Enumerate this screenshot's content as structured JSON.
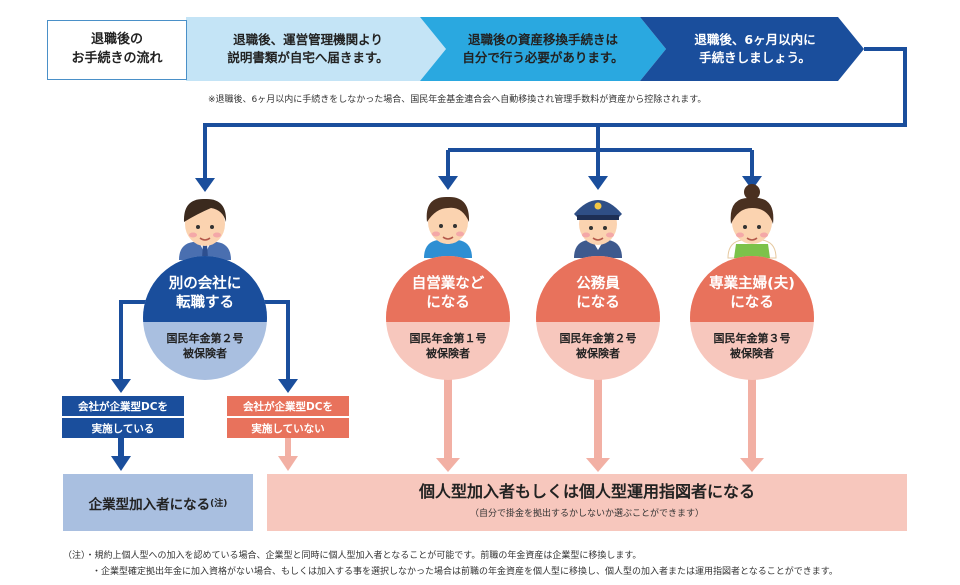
{
  "flow": {
    "title": "退職後の\nお手続きの流れ",
    "step1": "退職後、運営管理機関より\n説明書類が自宅へ届きます。",
    "step2": "退職後の資産移換手続きは\n自分で行う必要があります。",
    "step3": "退職後、6ヶ月以内に\n手続きしましょう。",
    "note": "※退職後、6ヶ月以内に手続きをしなかった場合、国民年金基金連合会へ自動移換され管理手数料が資産から控除されます。"
  },
  "paths": [
    {
      "title": "別の会社に\n転職する",
      "status": "国民年金第２号\n被保険者"
    },
    {
      "title": "自営業など\nになる",
      "status": "国民年金第１号\n被保険者"
    },
    {
      "title": "公務員\nになる",
      "status": "国民年金第２号\n被保険者"
    },
    {
      "title": "専業主婦(夫)\nになる",
      "status": "国民年金第３号\n被保険者"
    }
  ],
  "conditions": {
    "dc_yes_line1": "会社が企業型DCを",
    "dc_yes_line2": "実施している",
    "dc_no_line1": "会社が企業型DCを",
    "dc_no_line2": "実施していない"
  },
  "results": {
    "corporate_main": "企業型加入者になる",
    "corporate_suffix": "(注)",
    "individual_main": "個人型加入者もしくは個人型運用指図者になる",
    "individual_sub": "（自分で掛金を拠出するかしないか選ぶことができます）"
  },
  "footnote": {
    "line1": "（注）・規約上個人型への加入を認めている場合、企業型と同時に個人型加入者となることが可能です。前職の年金資産は企業型に移換します。",
    "line2": "・企業型確定拠出年金に加入資格がない場合、もしくは加入する事を選択しなかった場合は前職の年金資産を個人型に移換し、個人型の加入者または運用指図者となることができます。"
  },
  "colors": {
    "navy": "#1a4e9c",
    "light_blue": "#b8dff5",
    "cyan": "#2aa8e0",
    "periwinkle": "#a9bfe0",
    "salmon": "#e8725c",
    "pink": "#f7c7bd",
    "arrow_pink": "#f2b0a4"
  }
}
